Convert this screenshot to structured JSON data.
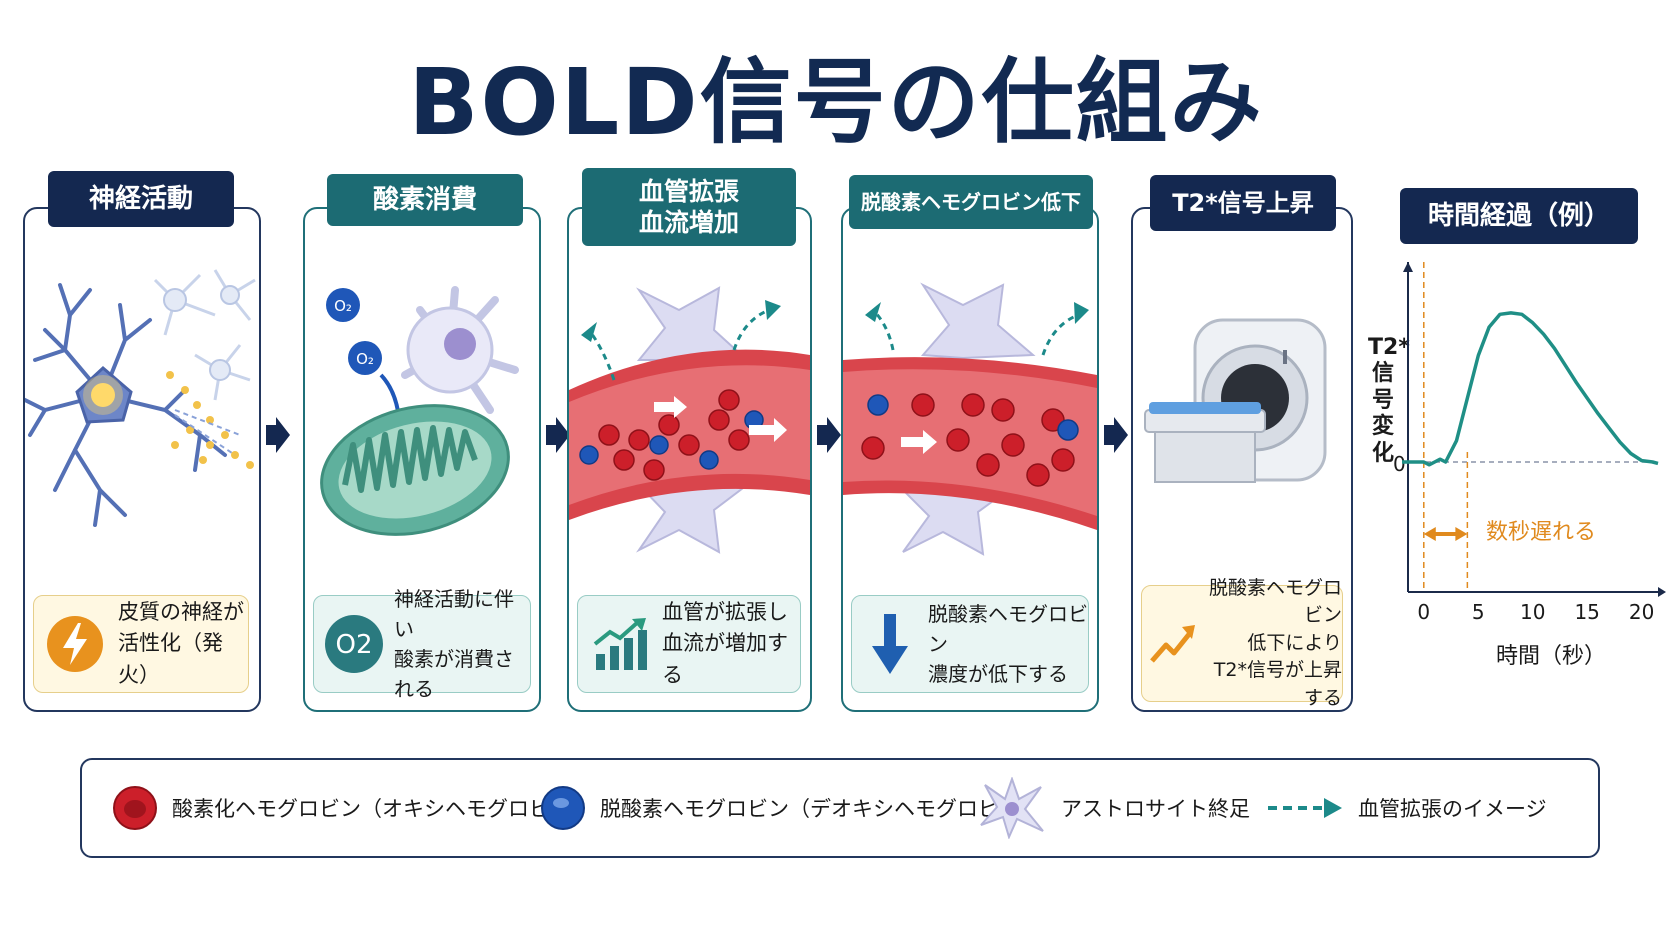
{
  "title": "BOLD信号の仕組み",
  "colors": {
    "navy": "#142850",
    "teal": "#1c6b73",
    "oxy_red": "#cc1f2a",
    "deoxy_blue": "#1f57b8",
    "orange": "#e08a1e",
    "vessel": "#d9454c"
  },
  "panels": [
    {
      "title": "神経活動",
      "caption": "皮質の神経が\n活性化（発火）",
      "caption_icon": "lightning-icon"
    },
    {
      "title": "酸素消費",
      "caption": "神経活動に伴い\n酸素が消費される",
      "caption_icon": "o2-icon",
      "o2_label": "O₂",
      "o2_big": "O2"
    },
    {
      "title": "血管拡張\n血流増加",
      "caption": "血管が拡張し\n血流が増加する",
      "caption_icon": "growth-chart-icon"
    },
    {
      "title": "脱酸素ヘモグロビン低下",
      "caption": "脱酸素ヘモグロビン\n濃度が低下する",
      "caption_icon": "down-arrow-icon"
    },
    {
      "title": "T2*信号上昇",
      "caption": "脱酸素ヘモグロビン\n低下により\nT2*信号が上昇する",
      "caption_icon": "trend-up-icon"
    }
  ],
  "graph": {
    "title": "時間経過（例）",
    "ylabel": "T2*\n信号\n変化",
    "xlabel": "時間（秒）",
    "zero_label": "0",
    "delay_label": "数秒遅れる"
  },
  "chart_data": {
    "type": "line",
    "title": "時間経過（例）",
    "xlabel": "時間（秒）",
    "ylabel": "T2* 信号変化",
    "x_ticks": [
      0,
      5,
      10,
      15,
      20
    ],
    "xlim": [
      -2,
      21.5
    ],
    "ylim": [
      -0.3,
      1.2
    ],
    "grid": false,
    "annotations": [
      "数秒遅れる"
    ],
    "series": [
      {
        "x": [
          -2,
          -1,
          0,
          0.5,
          1,
          1.5,
          2,
          3,
          4,
          5,
          6,
          7,
          8,
          9,
          10,
          11,
          12,
          13,
          14,
          15,
          16,
          17,
          18,
          19,
          20,
          21,
          21.5
        ],
        "values": [
          0,
          0,
          0,
          -0.02,
          0,
          0.02,
          0,
          0.15,
          0.45,
          0.75,
          0.95,
          1.04,
          1.05,
          1.04,
          0.98,
          0.9,
          0.8,
          0.68,
          0.56,
          0.45,
          0.34,
          0.24,
          0.14,
          0.06,
          0.01,
          0,
          -0.01
        ]
      }
    ]
  },
  "legend": [
    {
      "label": "酸素化ヘモグロビン（オキシヘモグロビン）",
      "icon": "red-blood-cell-icon"
    },
    {
      "label": "脱酸素ヘモグロビン（デオキシヘモグロビン）",
      "icon": "blue-blood-cell-icon"
    },
    {
      "label": "アストロサイト終足",
      "icon": "astrocyte-icon"
    },
    {
      "label": "血管拡張のイメージ",
      "icon": "dashed-arrow-icon"
    }
  ]
}
